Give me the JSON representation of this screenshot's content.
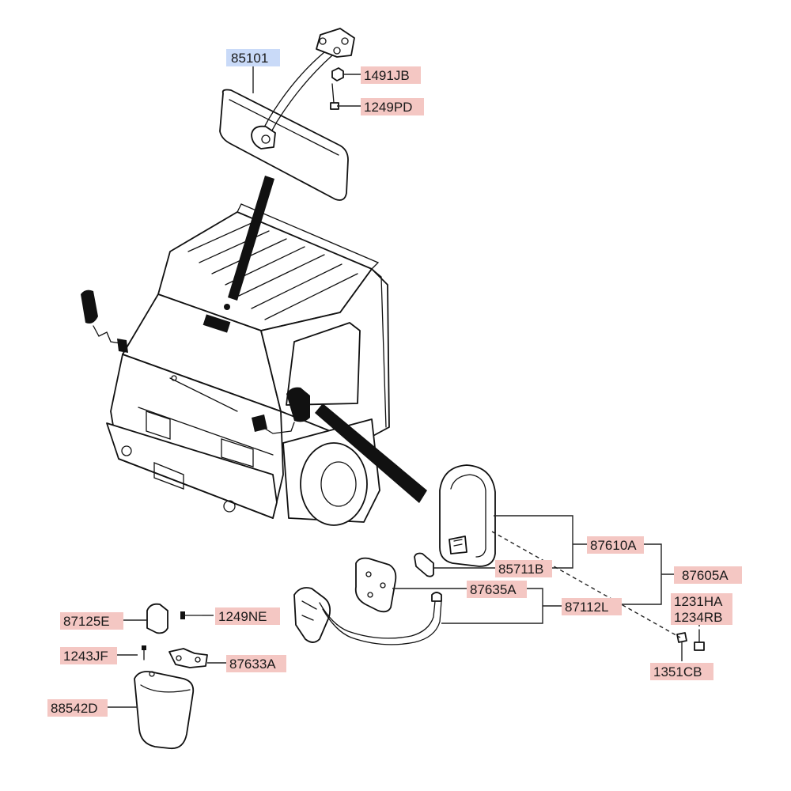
{
  "colors": {
    "highlight": "#f4c7c3",
    "selected": "#c9daf8",
    "ink": "#1a1a1a"
  },
  "labels": {
    "p85101": "85101",
    "p1491JB": "1491JB",
    "p1249PD": "1249PD",
    "p87610A": "87610A",
    "p85711B": "85711B",
    "p87605A": "87605A",
    "p87635A": "87635A",
    "p87112L": "87112L",
    "p1231HA": "1231HA",
    "p1234RB": "1234RB",
    "p1351CB": "1351CB",
    "p87125E": "87125E",
    "p1249NE": "1249NE",
    "p1243JF": "1243JF",
    "p87633A": "87633A",
    "p88542D": "88542D"
  }
}
